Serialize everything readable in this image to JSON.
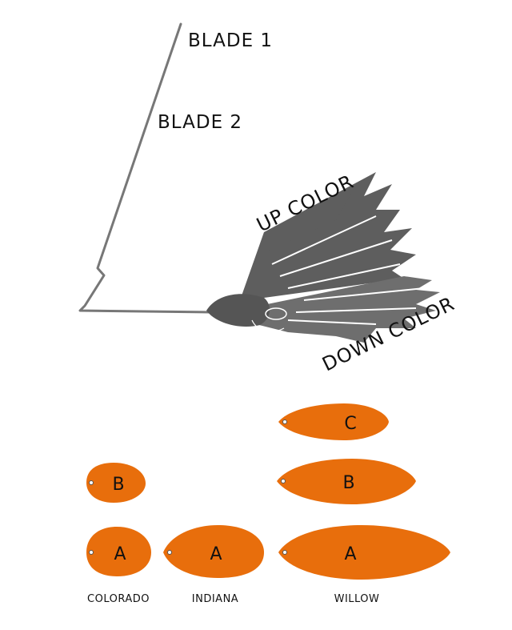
{
  "diagram": {
    "labels": {
      "blade1": "BLADE 1",
      "blade2": "BLADE 2",
      "up_color": "UP COLOR",
      "down_color": "DOWN COLOR"
    },
    "colors": {
      "blade": "#E86E0C",
      "wire": "#777777",
      "skirt_up": "#5e5e5e",
      "skirt_down": "#6e6e6e",
      "head": "#555555"
    },
    "blade_types": [
      {
        "name": "COLORADO",
        "sizes": [
          "A",
          "B"
        ]
      },
      {
        "name": "INDIANA",
        "sizes": [
          "A"
        ]
      },
      {
        "name": "WILLOW",
        "sizes": [
          "A",
          "B",
          "C"
        ]
      }
    ]
  }
}
